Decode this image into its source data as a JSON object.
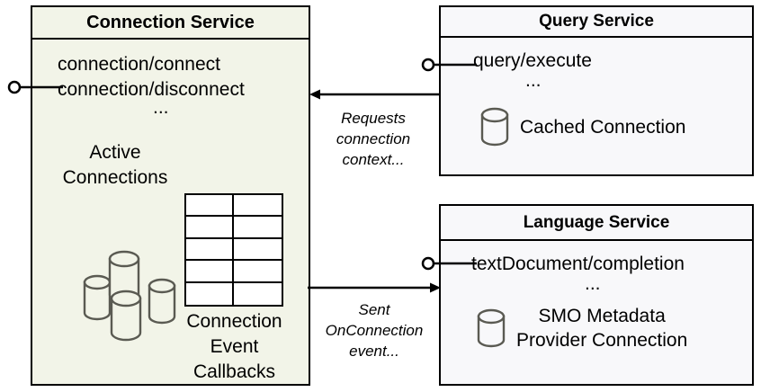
{
  "diagram": {
    "type": "component-architecture",
    "components": [
      {
        "id": "connection-service",
        "title": "Connection Service",
        "api": "connection/connect\nconnection/disconnect",
        "ellipsis": "...",
        "fill": "#f2f4e8",
        "resources": [
          {
            "label": "Active\nConnections",
            "icon": "database-cluster-icon"
          },
          {
            "label": "Connection\nEvent\nCallbacks",
            "icon": "table-grid-icon"
          }
        ],
        "interface": {
          "name": "connection-interface",
          "icon": "lollipop-icon"
        }
      },
      {
        "id": "query-service",
        "title": "Query Service",
        "api": "query/execute",
        "ellipsis": "...",
        "fill": "#f8f8fa",
        "resources": [
          {
            "label": "Cached Connection",
            "icon": "database-cylinder-icon"
          }
        ],
        "interface": {
          "name": "query-interface",
          "icon": "lollipop-icon"
        }
      },
      {
        "id": "language-service",
        "title": "Language Service",
        "api": "textDocument/completion",
        "ellipsis": "...",
        "fill": "#f8f8fa",
        "resources": [
          {
            "label": "SMO Metadata\nProvider Connection",
            "icon": "database-cylinder-icon"
          }
        ],
        "interface": {
          "name": "language-interface",
          "icon": "lollipop-icon"
        }
      }
    ],
    "connections": [
      {
        "id": "requests-connection-context",
        "from": "query-service",
        "to": "connection-service",
        "label": "Requests\nconnection\ncontext...",
        "direction": "left"
      },
      {
        "id": "sent-onconnection-event",
        "from": "connection-service",
        "to": "language-service",
        "label": "Sent\nOnConnection\nevent...",
        "direction": "right"
      }
    ],
    "colors": {
      "stroke": "#000000",
      "icon_stroke": "#5a5a52",
      "connection_fill": "#f2f4e8",
      "service_fill": "#f8f8fa",
      "table_fill": "#ffffff",
      "background": "#ffffff"
    }
  }
}
